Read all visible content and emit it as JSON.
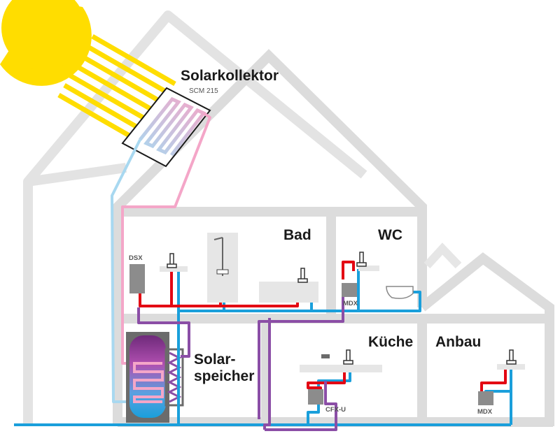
{
  "labels": {
    "collector_title": "Solarkollektor",
    "collector_model": "SCM 215",
    "bad": "Bad",
    "wc": "WC",
    "kueche": "Küche",
    "anbau": "Anbau",
    "storage_line1": "Solar-",
    "storage_line2": "speicher",
    "dsx": "DSX",
    "mdx_wc": "MDX",
    "cfxu": "CFX-U",
    "mdx_anbau": "MDX"
  },
  "colors": {
    "wall": "#dcdcdc",
    "sun": "#ffdd00",
    "hot_water": "#e30613",
    "cold_water": "#1a9fdb",
    "solar_warm": "#f4a6c8",
    "solar_cool": "#a8d8f0",
    "circulation": "#8b4ea6",
    "device": "#8c8c8c"
  },
  "icons": [
    "sun-icon",
    "faucet-icon",
    "shower-icon",
    "toilet-icon"
  ]
}
